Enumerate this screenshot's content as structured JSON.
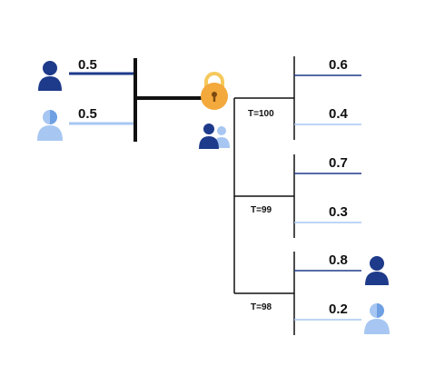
{
  "colors": {
    "dark_blue": "#1E3A8A",
    "light_blue": "#A7C7F2",
    "line": "#111111",
    "lock_gold": "#F3A93C",
    "lock_shackle": "#F6C95B"
  },
  "sources": [
    {
      "value": "0.5",
      "avatar": "dark-user-icon"
    },
    {
      "value": "0.5",
      "avatar": "light-user-icon"
    }
  ],
  "lock": {
    "icon": "lock-icon",
    "group_icon": "user-pair-icon"
  },
  "stages": [
    {
      "label": "T=100",
      "outputs": [
        "0.6",
        "0.4"
      ]
    },
    {
      "label": "T=99",
      "outputs": [
        "0.7",
        "0.3"
      ]
    },
    {
      "label": "T=98",
      "outputs": [
        "0.8",
        "0.2"
      ],
      "avatars": [
        "dark-user-icon",
        "light-user-icon"
      ]
    }
  ]
}
